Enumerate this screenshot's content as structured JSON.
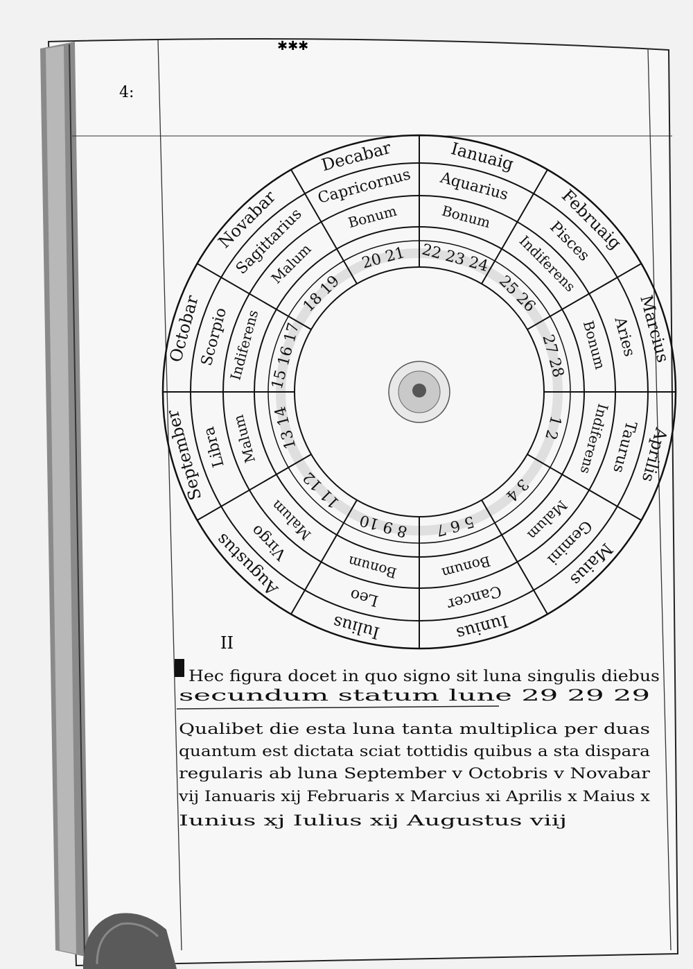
{
  "page_mark": "4:",
  "volvelle": {
    "months": [
      "Ianuaig",
      "Februaig",
      "Marcius",
      "Aprilis",
      "Maius",
      "Iunius",
      "Iulius",
      "Augustus",
      "September",
      "Octobar",
      "Novabar",
      "Decabar"
    ],
    "signs": [
      "Aquarius",
      "Pisces",
      "Aries",
      "Taurus",
      "Gemini",
      "Cancer",
      "Leo",
      "Virgo",
      "Libra",
      "Scorpio",
      "Sagittarius",
      "Capricornus"
    ],
    "qualities": [
      "Bonum",
      "Indiferens",
      "Bonum",
      "Indiferens",
      "Malum",
      "Bonum",
      "Bonum",
      "Malum",
      "Malum",
      "Indiferens",
      "Malum",
      "Bonum"
    ],
    "day_groups": [
      "22 23 24",
      "25 26",
      "27 28",
      "1 2",
      "3 4",
      "5 6 7",
      "8 9 10",
      "11 12",
      "13 14",
      "15 16 17",
      "18 19",
      "20 21"
    ]
  },
  "marginal_mark": "II",
  "text_lines": [
    "Hec figura docet in quo signo sit luna singulis diebus",
    "secundum statum lune 29 29 29",
    "Qualibet die esta luna tanta multiplica per duas",
    "quantum est dictata sciat tottidis quibus a sta dispara",
    "regularis ab luna September v Octobris v Novabar",
    "vij Ianuaris xij Februaris x Marcius xi Aprilis x Maius x",
    "Iunius xj Iulius xij Augustus viij"
  ]
}
